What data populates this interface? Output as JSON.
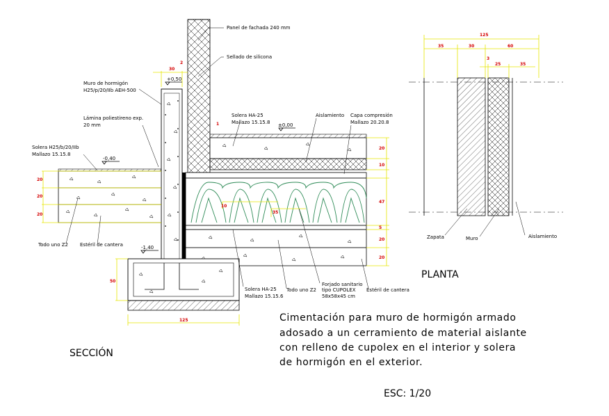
{
  "labels": {
    "panel_fachada": "Panel de fachada 240 mm",
    "sellado": "Sellado de silicona",
    "muro_title": "Muro de hormigón",
    "muro_spec": "H25/p/20/IIb AEH-500",
    "lamina_title": "Lámina poliestireno exp.",
    "lamina_spec": "20 mm",
    "solera_ext_title": "Solera H25/b/20/IIb",
    "solera_ext_spec": "Mallazo 15.15.8",
    "solera_ha25_top": "Solera HA-25",
    "mallazo_top": "Mallazo 15.15.8",
    "aislamiento_sec": "Aislamiento",
    "capa_title": "Capa compresión",
    "capa_spec": "Mallazo 20.20.8",
    "todo_uno_left": "Todo uno Z2",
    "esteril_left": "Estéril de cantera",
    "solera_ha25_bottom": "Solera HA-25",
    "mallazo_bottom": "Mallazo 15.15.6",
    "todo_uno_bottom": "Todo uno Z2",
    "forjado_title": "Forjado sanitario",
    "forjado_type": "tipo CUPOLEX",
    "forjado_size": "58x58x45 cm",
    "esteril_right": "Estéril de cantera",
    "zapata": "Zapata",
    "muro": "Muro",
    "aislamiento_plan": "Aislamiento"
  },
  "levels": {
    "top_wall": "+0,50",
    "floor": "±0,00",
    "exterior": "-0,40",
    "footing": "-1,40"
  },
  "dims": {
    "wall_width": "30",
    "gap": "2",
    "gap_small": "1",
    "ext_layer1": "20",
    "ext_layer2": "20",
    "ext_layer3": "20",
    "int_layer1": "20",
    "int_layer2": "10",
    "int_layer3": "47",
    "int_layer4": "5",
    "int_layer5": "20",
    "int_layer6": "20",
    "footing_height": "50",
    "footing_width": "125",
    "cupolex_h": "10",
    "cupolex_w": "35",
    "plan_total": "125",
    "plan_a": "35",
    "plan_b": "30",
    "plan_c": "60",
    "plan_d": "3",
    "plan_e": "25",
    "plan_f": "35"
  },
  "titles": {
    "seccion": "SECCIÓN",
    "planta": "PLANTA",
    "escala": "ESC: 1/20"
  },
  "description": [
    "Cimentación para muro de hormigón armado",
    "adosado a un cerramiento de material aislante",
    "con relleno de cupolex en el interior y solera",
    "de hormigón en el exterior."
  ],
  "colors": {
    "dimension": "#d40000",
    "guide": "#e6e600",
    "cupolex": "#2e8b57"
  }
}
